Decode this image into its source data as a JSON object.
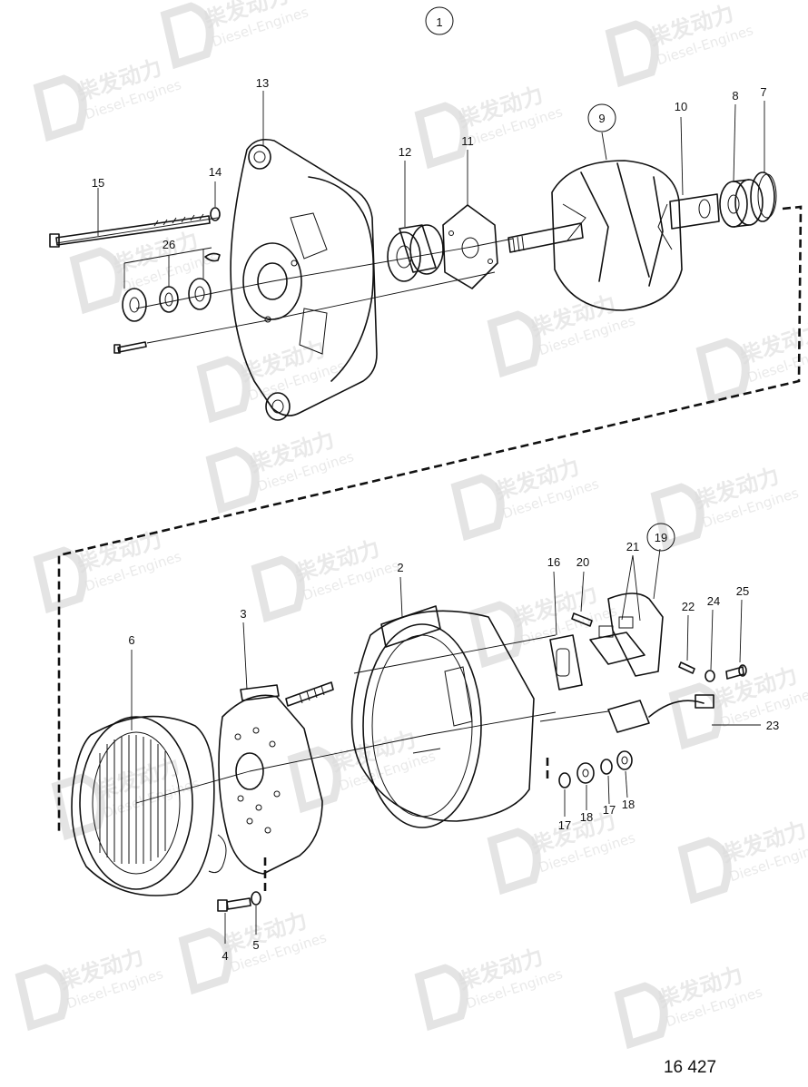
{
  "watermark": {
    "brand": "柴发动力",
    "sub": "Diesel-Engines"
  },
  "reference_number": "16 427",
  "group_marker": "1",
  "callouts": {
    "c1": "1",
    "c2": "2",
    "c3": "3",
    "c4": "4",
    "c5": "5",
    "c6": "6",
    "c7": "7",
    "c8": "8",
    "c9": "9",
    "c10": "10",
    "c11": "11",
    "c12": "12",
    "c13": "13",
    "c14": "14",
    "c15": "15",
    "c16": "16",
    "c17a": "17",
    "c17b": "17",
    "c18a": "18",
    "c18b": "18",
    "c19": "19",
    "c20": "20",
    "c21": "21",
    "c22": "22",
    "c23": "23",
    "c24": "24",
    "c25": "25",
    "c26": "26"
  }
}
